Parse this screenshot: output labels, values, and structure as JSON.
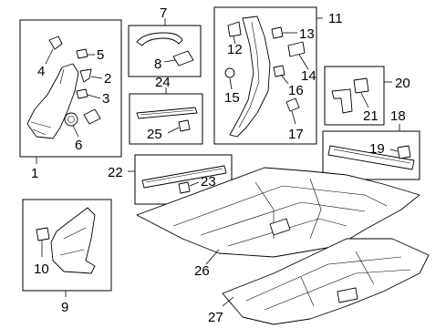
{
  "callouts": {
    "c1": "1",
    "c2": "2",
    "c3": "3",
    "c4": "4",
    "c5": "5",
    "c6": "6",
    "c7": "7",
    "c8": "8",
    "c9": "9",
    "c10": "10",
    "c11": "11",
    "c12": "12",
    "c13": "13",
    "c14": "14",
    "c15": "15",
    "c16": "16",
    "c17": "17",
    "c18": "18",
    "c19": "19",
    "c20": "20",
    "c21": "21",
    "c22": "22",
    "c23": "23",
    "c24": "24",
    "c25": "25",
    "c26": "26",
    "c27": "27"
  }
}
